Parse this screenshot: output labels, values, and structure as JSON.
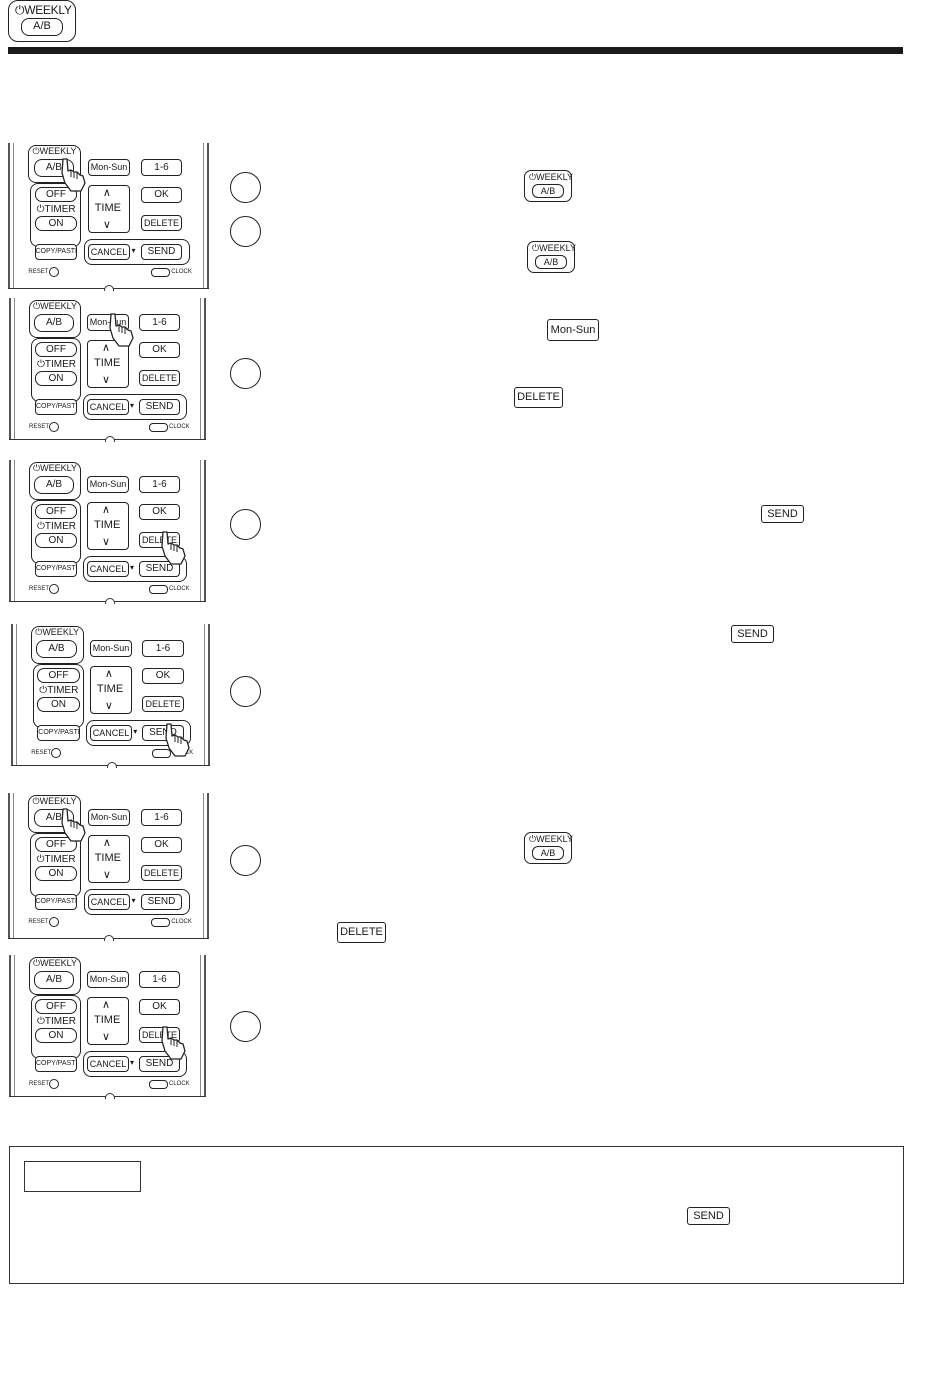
{
  "header": {
    "weekly_label": "WEEKLY",
    "ab_label": "A/B"
  },
  "remote": {
    "weekly": "WEEKLY",
    "ab": "A/B",
    "mon_sun": "Mon-Sun",
    "one_six": "1-6",
    "off": "OFF",
    "timer": "TIMER",
    "on": "ON",
    "time": "TIME",
    "ok": "OK",
    "delete": "DELETE",
    "copy_paste": "COPY/PASTE",
    "cancel": "CANCEL",
    "send": "SEND",
    "reset": "RESET",
    "clock": "CLOCK"
  },
  "inline": {
    "weekly": "WEEKLY",
    "ab": "A/B",
    "mon_sun": "Mon-Sun",
    "delete": "DELETE",
    "send": "SEND"
  },
  "note": {
    "label": ""
  }
}
